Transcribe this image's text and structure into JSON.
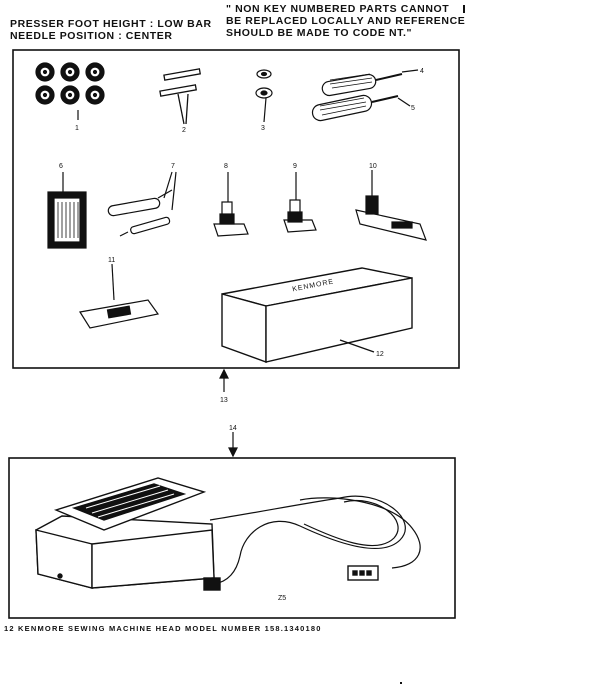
{
  "header_left": [
    "PRESSER FOOT HEIGHT : LOW BAR",
    "NEEDLE POSITION : CENTER"
  ],
  "header_right": [
    "\" NON KEY NUMBERED PARTS CANNOT",
    "BE REPLACED LOCALLY AND REFERENCE",
    "SHOULD BE MADE TO CODE NT.\""
  ],
  "part_numbers": [
    "1",
    "2",
    "3",
    "4",
    "5",
    "6",
    "7",
    "8",
    "9",
    "10",
    "11",
    "12",
    "13",
    "14",
    "Z5"
  ],
  "box_label": "KENMORE",
  "footer": "12 KENMORE SEWING MACHINE HEAD MODEL NUMBER 158.1340180"
}
